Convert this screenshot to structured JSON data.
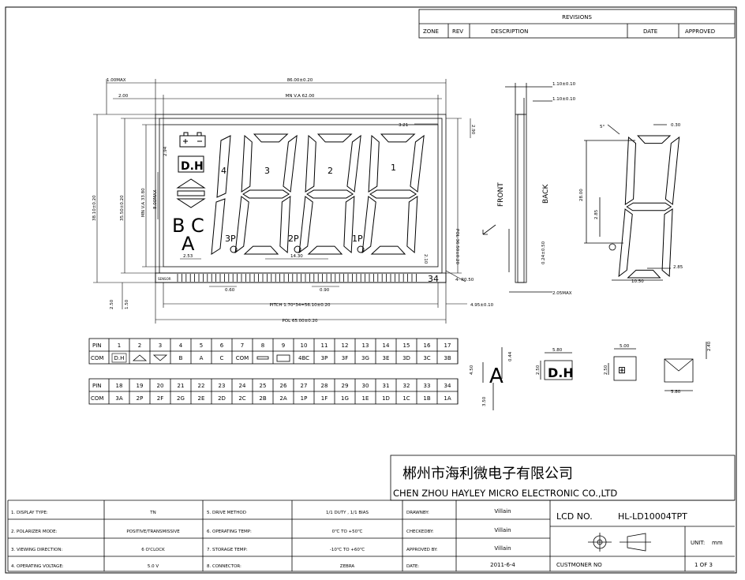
{
  "revisions": {
    "title": "REVISIONS",
    "headers": [
      "ZONE",
      "REV",
      "DESCRIPTION",
      "DATE",
      "APPROVED"
    ]
  },
  "dimensions": {
    "overall_width": "86.00±0.20",
    "va_width": "MN V.A 62.00",
    "pol_width": "POL 65.00±0.20",
    "pin_pitch": "PITCH 1.70*34=56.10±0.20",
    "d_100max": "1.00MAX",
    "d_200": "2.00",
    "d_height": "38.10±0.20",
    "d_va_height": "35.50±0.20",
    "d_va": "MN V.A 33.80",
    "d_8max": "8.00MAX",
    "d_pol_h": "POL 36.50±0.20",
    "d_321": "3.21",
    "d_290": "2.90",
    "d_294": "2.94",
    "d_253": "2.53",
    "d_1430": "14.30",
    "d_090": "0.90",
    "d_060": "0.60",
    "d_210": "2.10",
    "d_r050": "4- R0.50",
    "d_250": "2.50",
    "d_150": "1.50",
    "d_495": "4.95±0.10",
    "side_110": "1.10±0.10",
    "side_110b": "1.10±0.10",
    "side_front": "FRONT",
    "side_back": "BACK",
    "side_024": "0.24±0.50",
    "side_205": "2.05MAX",
    "seg_5deg": "5°",
    "seg_030": "0.30",
    "seg_2800": "28.00",
    "seg_285": "2.85",
    "seg_285b": "2.85",
    "seg_1050": "10.50",
    "detail_a_h": "4.50",
    "detail_a_w": "0.44",
    "detail_dh_w": "5.80",
    "detail_dh_h": "2.50",
    "detail_bat_w": "5.00",
    "detail_bat_h": "2.50",
    "detail_350": "3.50",
    "detail_240": "2.40",
    "detail_580": "5.80"
  },
  "lcd": {
    "digit_labels": [
      "4",
      "3",
      "2",
      "1"
    ],
    "dp_labels": [
      "3P",
      "2P",
      "1P"
    ],
    "dh": "D.H",
    "letter_a": "A",
    "letter_b": "B",
    "letter_c": "C",
    "pin_count": "34",
    "tiny_label": "SENSOR"
  },
  "pin_table_1": {
    "row1_label": "PIN",
    "row2_label": "COM",
    "pins": [
      "1",
      "2",
      "3",
      "4",
      "5",
      "6",
      "7",
      "8",
      "9",
      "10",
      "11",
      "12",
      "13",
      "14",
      "15",
      "16",
      "17"
    ],
    "coms": [
      "D.H",
      "",
      "",
      "B",
      "A",
      "C",
      "COM",
      "",
      "",
      "4BC",
      "3P",
      "3F",
      "3G",
      "3E",
      "3D",
      "3C",
      "3B"
    ]
  },
  "pin_table_2": {
    "row1_label": "PIN",
    "row2_label": "COM",
    "pins": [
      "18",
      "19",
      "20",
      "21",
      "22",
      "23",
      "24",
      "25",
      "26",
      "27",
      "28",
      "29",
      "30",
      "31",
      "32",
      "33",
      "34"
    ],
    "coms": [
      "3A",
      "2P",
      "2F",
      "2G",
      "2E",
      "2D",
      "2C",
      "2B",
      "2A",
      "1P",
      "1F",
      "1G",
      "1E",
      "1D",
      "1C",
      "1B",
      "1A"
    ]
  },
  "company": {
    "cn_name": "郴州市海利微电子有限公司",
    "en_name": "CHEN ZHOU HAYLEY MICRO ELECTRONIC  CO.,LTD"
  },
  "specs": [
    {
      "label": "1. DISPLAY TYPE:",
      "value": "TN",
      "label2": "5. DRIVE METHOD",
      "value2": "1/1 DUTY , 1/1 BIAS"
    },
    {
      "label": "2. POLARIZER MODE:",
      "value": "POSITIVE/TRANSMISSIVE",
      "label2": "6. OPERATING TEMP:",
      "value2": "0℃ TO +50℃"
    },
    {
      "label": "3. VIEWING DIRECTION:",
      "value": "6 O'CLOCK",
      "label2": "7. STORAGE TEMP:",
      "value2": "-10℃ TO +60℃"
    },
    {
      "label": "4. OPERATING VOLTAGE:",
      "value": "5.0 V",
      "label2": "8. CONNECTOR:",
      "value2": "ZEBRA"
    }
  ],
  "approvals": [
    {
      "label": "DRAWNBY:",
      "value": "Villain"
    },
    {
      "label": "CHECKEDBY:",
      "value": "Villain"
    },
    {
      "label": "APPROVED BY:",
      "value": "Villain"
    },
    {
      "label": "DATE:",
      "value": "2011-6-4"
    }
  ],
  "title_block": {
    "lcd_no_label": "LCD NO.",
    "lcd_no": "HL-LD10004TPT",
    "unit_label": "UNIT:",
    "unit": "mm",
    "customer_label": "CUSTMONER NO",
    "sheet": "1 OF 3"
  }
}
